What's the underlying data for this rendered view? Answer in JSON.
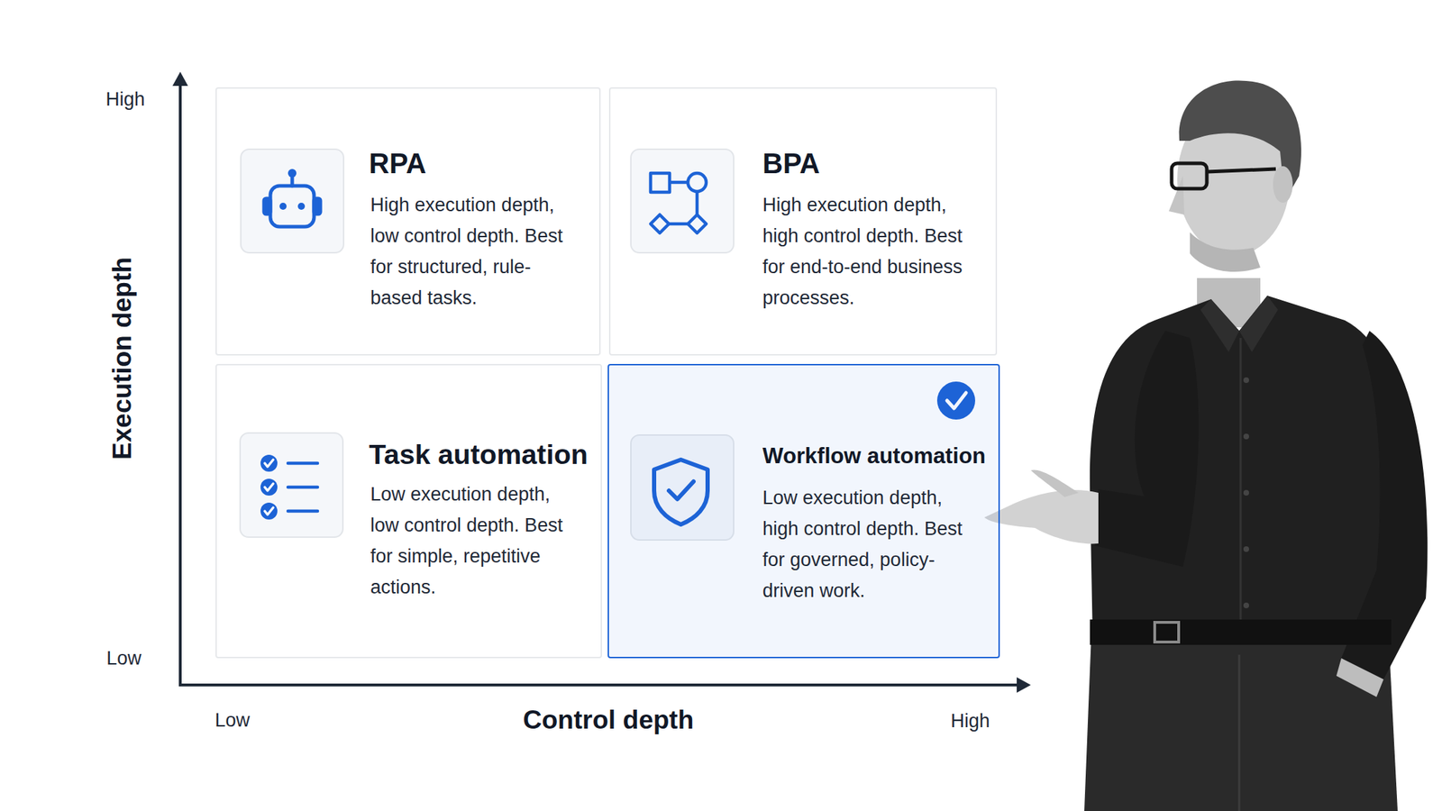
{
  "diagram": {
    "nodes": [
      {
        "text": [
          "RPA",
          "High execution depth, low control depth. Best for structured, rule-based tasks."
        ]
      },
      {
        "text": [
          "BPA",
          "High execution depth, high control depth. Best for end-to-end business processes."
        ]
      },
      {
        "text": [
          "Task automation",
          "Low execution depth, low control depth. Best for simple, repetitive actions."
        ]
      },
      {
        "text": [
          "Workflow automation",
          "Low execution depth, high control depth. Best for governed, policy-driven work."
        ]
      }
    ],
    "labels": [
      "High",
      "Execution depth",
      "Low",
      "Low",
      "Control depth",
      "High"
    ]
  }
}
